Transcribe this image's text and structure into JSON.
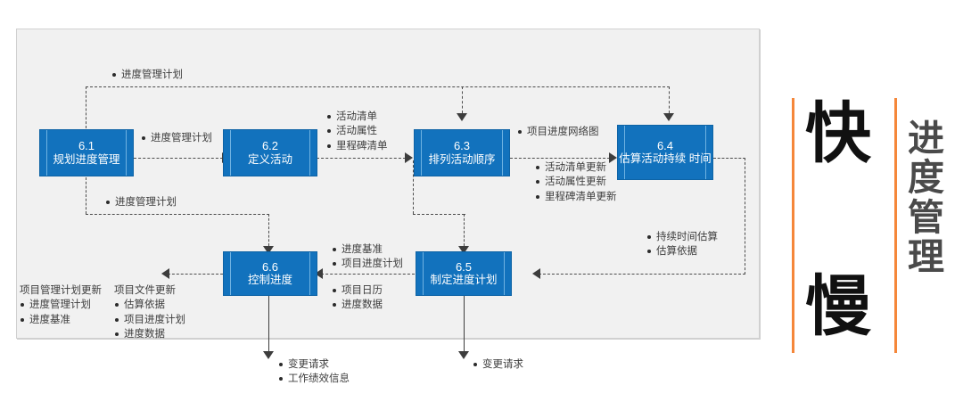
{
  "diagram": {
    "title_characters": {
      "fast": "快",
      "slow": "慢"
    },
    "side_title": [
      "进",
      "度",
      "管",
      "理"
    ],
    "accent_color": "#f5873a",
    "box_color": "#1272bd",
    "boxes": [
      {
        "id": "6.1",
        "number": "6.1",
        "name": "规划进度管理"
      },
      {
        "id": "6.2",
        "number": "6.2",
        "name": "定义活动"
      },
      {
        "id": "6.3",
        "number": "6.3",
        "name": "排列活动顺序"
      },
      {
        "id": "6.4",
        "number": "6.4",
        "name": "估算活动持续\n时间"
      },
      {
        "id": "6.5",
        "number": "6.5",
        "name": "制定进度计划"
      },
      {
        "id": "6.6",
        "number": "6.6",
        "name": "控制进度"
      }
    ],
    "box_4_line1": "估算活动持续",
    "box_4_line2": "时间",
    "labels": {
      "top_plan": "进度管理计划",
      "plan_to_define": "进度管理计划",
      "left_return_plan": "进度管理计划",
      "define_outputs": [
        "活动清单",
        "活动属性",
        "里程碑清单"
      ],
      "network_diagram": "项目进度网络图",
      "sequence_updates": [
        "活动清单更新",
        "活动属性更新",
        "里程碑清单更新"
      ],
      "duration_outputs": [
        "持续时间估算",
        "估算依据"
      ],
      "schedule_outputs_top": [
        "进度基准",
        "项目进度计划"
      ],
      "schedule_outputs_bottom": [
        "项目日历",
        "进度数据"
      ],
      "pm_plan_updates_header": "项目管理计划更新",
      "pm_plan_updates": [
        "进度管理计划",
        "进度基准"
      ],
      "project_doc_updates_header": "项目文件更新",
      "project_doc_updates": [
        "估算依据",
        "项目进度计划",
        "进度数据"
      ],
      "control_outputs": [
        "变更请求",
        "工作绩效信息"
      ],
      "develop_outputs": [
        "变更请求"
      ]
    }
  }
}
